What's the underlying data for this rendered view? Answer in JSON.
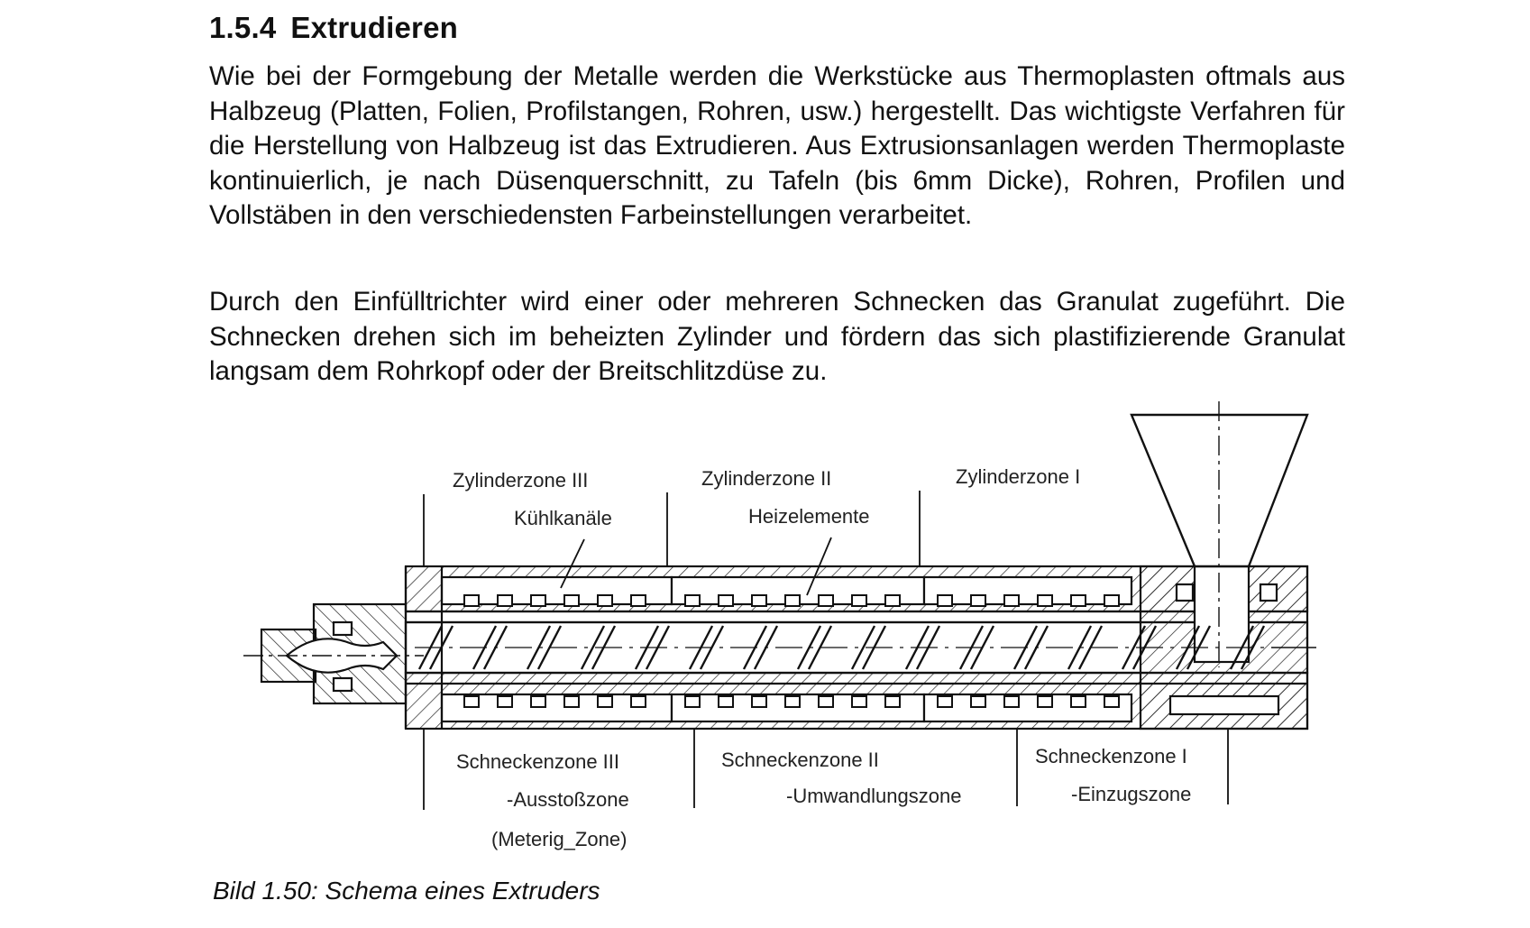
{
  "section": {
    "number": "1.5.4",
    "title": "Extrudieren"
  },
  "paragraphs": [
    "Wie bei der Formgebung der Metalle werden die Werkstücke aus Thermoplasten oftmals aus Halbzeug (Platten, Folien, Profilstangen, Rohren, usw.) hergestellt. Das wichtigste Verfahren für die Herstellung von Halbzeug ist das Extrudieren. Aus Extrusionsanlagen werden Thermoplaste kontinuierlich, je nach Düsenquerschnitt, zu Tafeln (bis 6mm Dicke), Rohren, Profilen und Vollstäben in den verschiedensten Farbeinstellungen verarbeitet.",
    "Durch den Einfülltrichter wird einer oder mehreren Schnecken das Granulat zugeführt. Die Schnecken drehen sich im beheizten Zylinder und fördern das sich plastifizierende Granulat langsam dem Rohrkopf oder der Breitschlitzdüse zu."
  ],
  "diagram": {
    "top_labels": {
      "zone3": "Zylinderzone III",
      "cooling": "Kühlkanäle",
      "zone2": "Zylinderzone II",
      "heating": "Heizelemente",
      "zone1": "Zylinderzone I"
    },
    "bottom_labels": {
      "screw3": "Schneckenzone III",
      "screw3_sub": "-Ausstoßzone",
      "screw3_sub2": "(Meterig_Zone)",
      "screw2": "Schneckenzone II",
      "screw2_sub": "-Umwandlungszone",
      "screw1": "Schneckenzone I",
      "screw1_sub": "-Einzugszone"
    }
  },
  "caption": "Bild 1.50: Schema eines Extruders"
}
